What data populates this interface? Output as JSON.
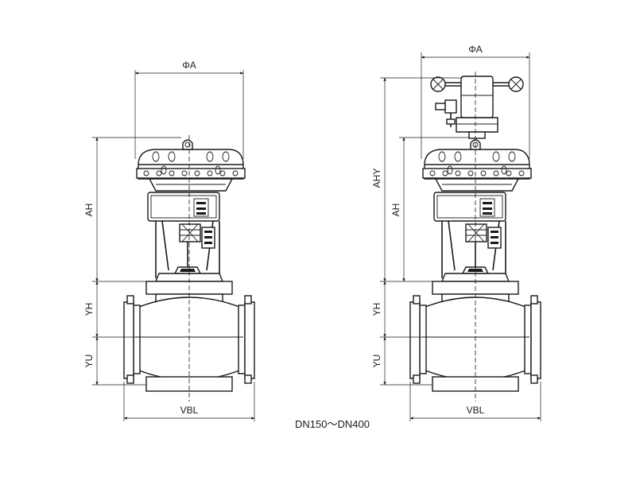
{
  "left_view": {
    "dim_top": "ΦA",
    "dim_ah": "AH",
    "dim_yh": "YH",
    "dim_yu": "YU",
    "dim_bottom": "VBL"
  },
  "right_view": {
    "dim_top": "ΦA",
    "dim_ahy": "AHY",
    "dim_ah": "AH",
    "dim_yh": "YH",
    "dim_yu": "YU",
    "dim_bottom": "VBL"
  },
  "caption": "DN150～DN400",
  "colors": {
    "line": "#1a1a1a",
    "background": "#ffffff"
  }
}
